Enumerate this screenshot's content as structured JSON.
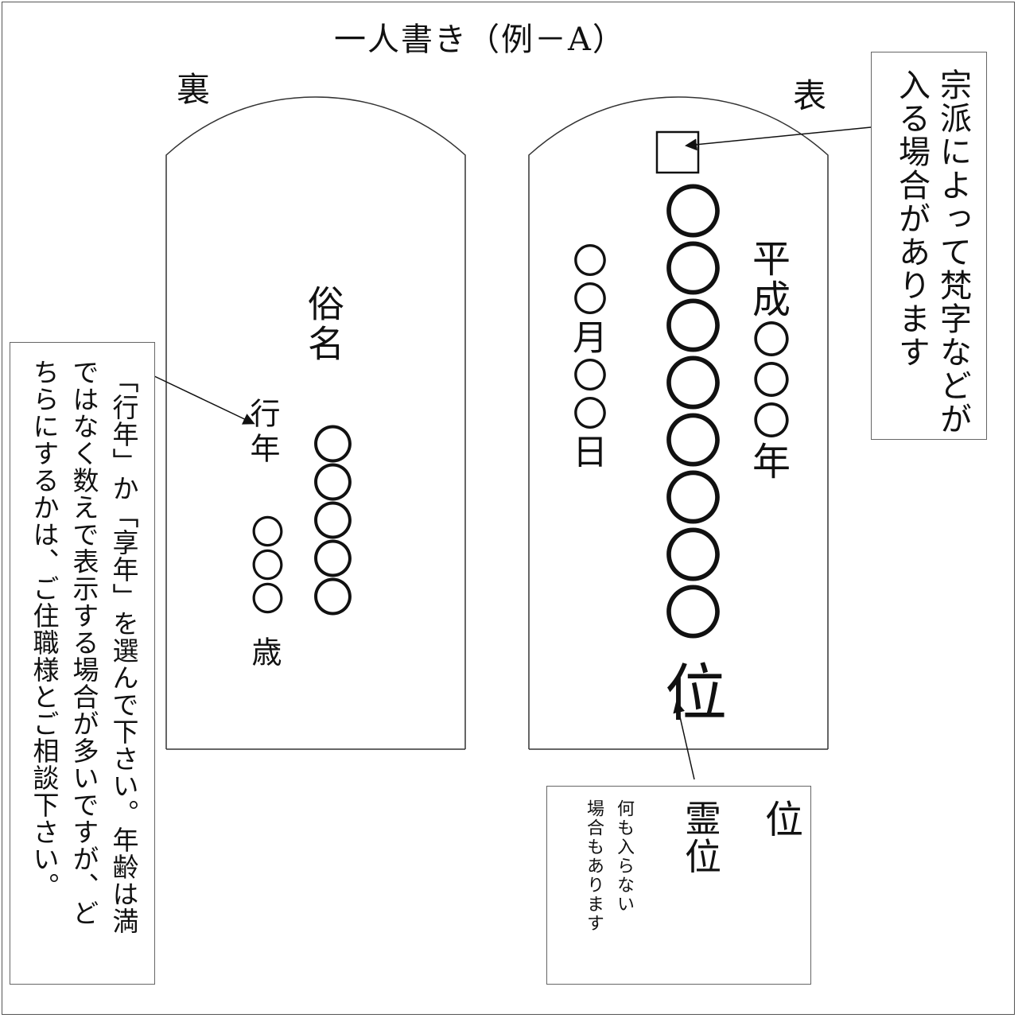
{
  "title": "一人書き（例－A）",
  "back": {
    "label": "裏",
    "name_label": "俗名",
    "age_prefix": "行年",
    "name_placeholder": "〇〇〇〇〇",
    "age_placeholder": "〇〇〇",
    "age_suffix": "歳"
  },
  "front": {
    "label": "表",
    "sanskrit_box": "□",
    "posthumous_name": "〇〇〇〇〇〇〇〇",
    "rank_char": "位",
    "era_date": "平成〇〇〇年",
    "month_day": [
      "〇〇月〇〇日"
    ]
  },
  "notes": {
    "sanskrit": [
      "宗派によって梵字などが",
      "入る場合があります"
    ],
    "year": [
      "「行年」か「享年」を選んで下さい。年齢は満",
      "ではなく数えで表示する場合が多いですが、ど",
      "ちらにするかは、ご住職様とご相談下さい。"
    ],
    "rank": {
      "option_a": "位",
      "option_b": "霊位",
      "option_c": [
        "何も入らない",
        "場合もあります"
      ]
    }
  }
}
